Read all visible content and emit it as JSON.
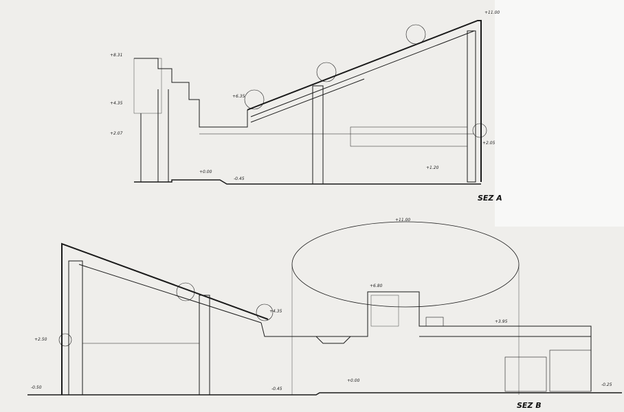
{
  "sections": [
    {
      "id": "A",
      "title": "SEZ A",
      "labels": {
        "top": "+11.00",
        "left1": "+8.31",
        "left2": "+4.35",
        "left3": "+2.07",
        "mid1": "+6.35",
        "ground1": "-0.45",
        "ground2": "+0.00",
        "right1": "+2.05",
        "right2": "+1.20"
      }
    },
    {
      "id": "B",
      "title": "SEZ B",
      "labels": {
        "ellipse_top": "+11.00",
        "left1": "+2.50",
        "left2": "-0.50",
        "mid1": "+4.35",
        "mid2": "+0.00",
        "ground1": "-0.45",
        "right1": "+3.95",
        "right2": "-0.25",
        "tower": "+6.80"
      }
    }
  ],
  "colors": {
    "paper": "#efeeeb",
    "ink": "#1a1a1a"
  }
}
